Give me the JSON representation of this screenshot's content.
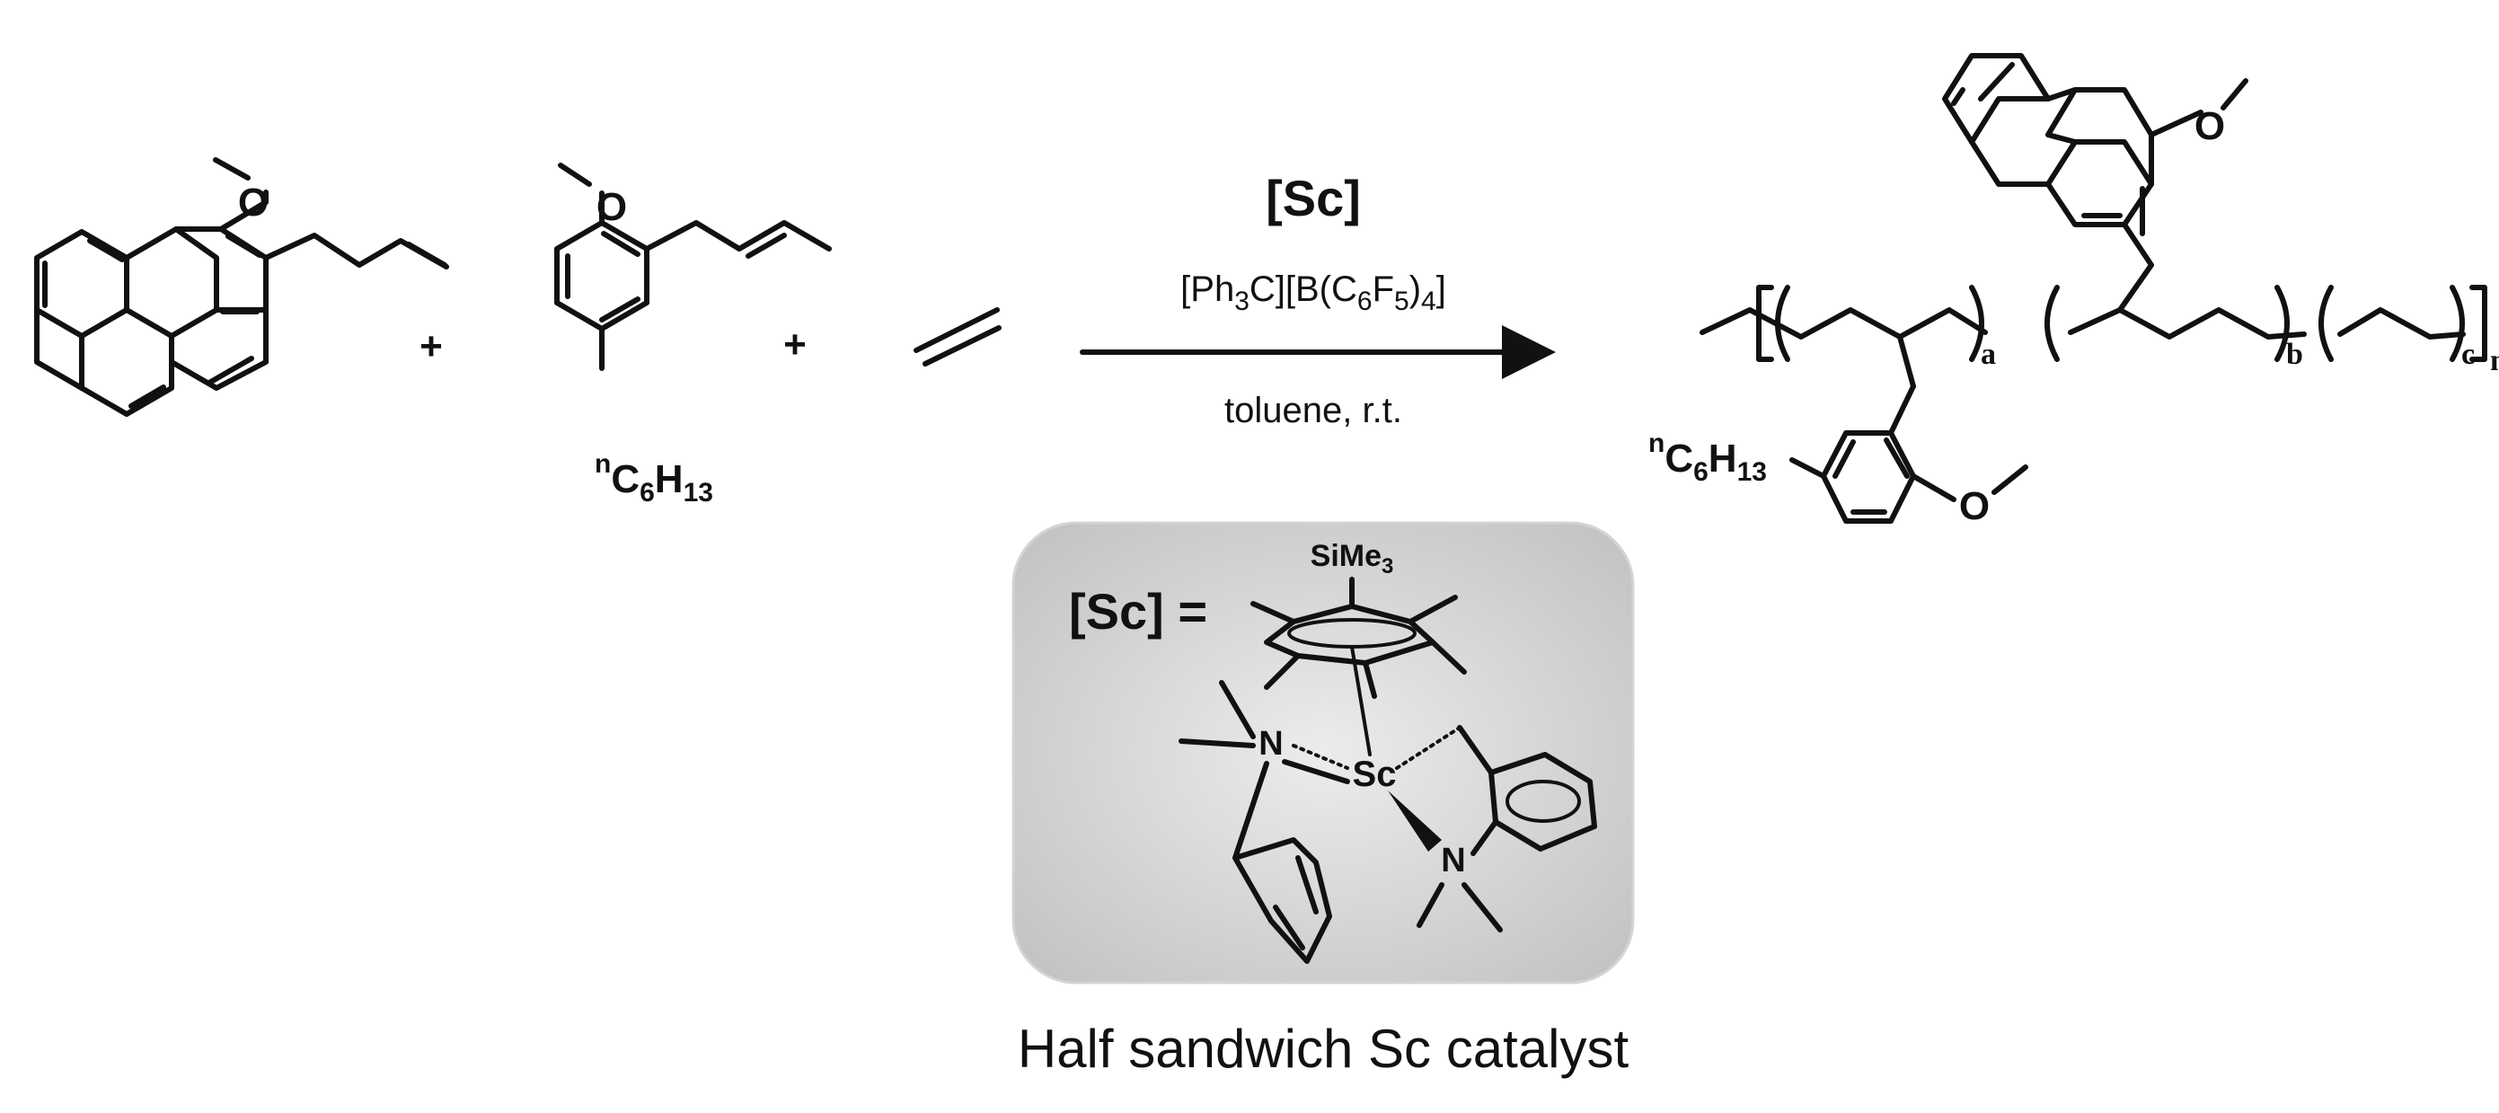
{
  "reactants": {
    "pyrene_monomer_substituent": "O",
    "anisole_monomer_substituent": "O",
    "hexyl_label": {
      "prefix": "n",
      "main": "C",
      "sub1": "6",
      "h": "H",
      "sub2": "13"
    },
    "plus_1": "+",
    "plus_2": "+"
  },
  "reaction": {
    "catalyst_label": "[Sc]",
    "cocatalyst": {
      "a": "[Ph",
      "b": "3",
      "c": "C][B(C",
      "d": "6",
      "e": "F",
      "f": "5",
      "g": ")",
      "h": "4",
      "i": "]"
    },
    "conditions": "toluene, r.t."
  },
  "product": {
    "methoxy_top": "O",
    "methoxy_bottom": "O",
    "hexyl_label": {
      "prefix": "n",
      "main": "C",
      "sub1": "6",
      "h": "H",
      "sub2": "13"
    },
    "subscript_a": "a",
    "subscript_b": "b",
    "subscript_c": "c",
    "subscript_n": "n"
  },
  "catalyst_box": {
    "label": "[Sc] =",
    "silyl": {
      "main": "SiMe",
      "sub": "3"
    },
    "metal": "Sc",
    "amine_1": "N",
    "amine_2": "N",
    "caption": "Half sandwich Sc catalyst",
    "box_color": "#dcdcdc"
  }
}
